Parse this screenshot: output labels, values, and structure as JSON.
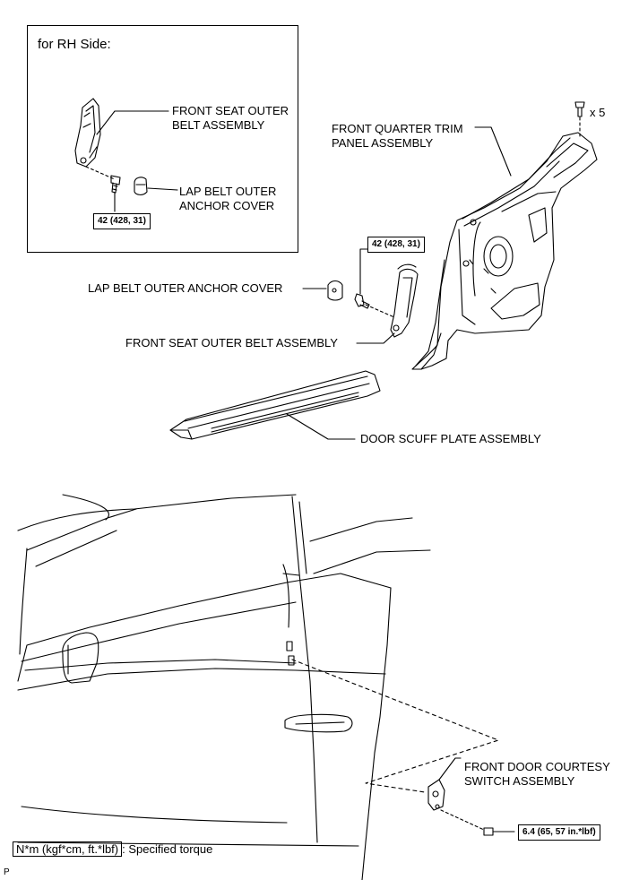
{
  "inset": {
    "title": "for RH Side:"
  },
  "labels": {
    "rh_belt_line1": "FRONT SEAT OUTER",
    "rh_belt_line2": "BELT ASSEMBLY",
    "rh_cover_line1": "LAP BELT OUTER",
    "rh_cover_line2": "ANCHOR COVER",
    "quarter_line1": "FRONT QUARTER TRIM",
    "quarter_line2": "PANEL ASSEMBLY",
    "qty": "x 5",
    "lap_cover": "LAP BELT OUTER ANCHOR COVER",
    "front_belt": "FRONT SEAT OUTER BELT ASSEMBLY",
    "scuff": "DOOR SCUFF PLATE ASSEMBLY",
    "courtesy_line1": "FRONT DOOR COURTESY",
    "courtesy_line2": "SWITCH ASSEMBLY"
  },
  "torques": {
    "rh_bolt": "42 (428, 31)",
    "belt_bolt": "42 (428, 31)",
    "switch_screw": "6.4 (65, 57 in.*lbf)"
  },
  "legend": {
    "units": "N*m (kgf*cm, ft.*lbf)",
    "text": ": Specified torque"
  },
  "corner_mark": "P"
}
